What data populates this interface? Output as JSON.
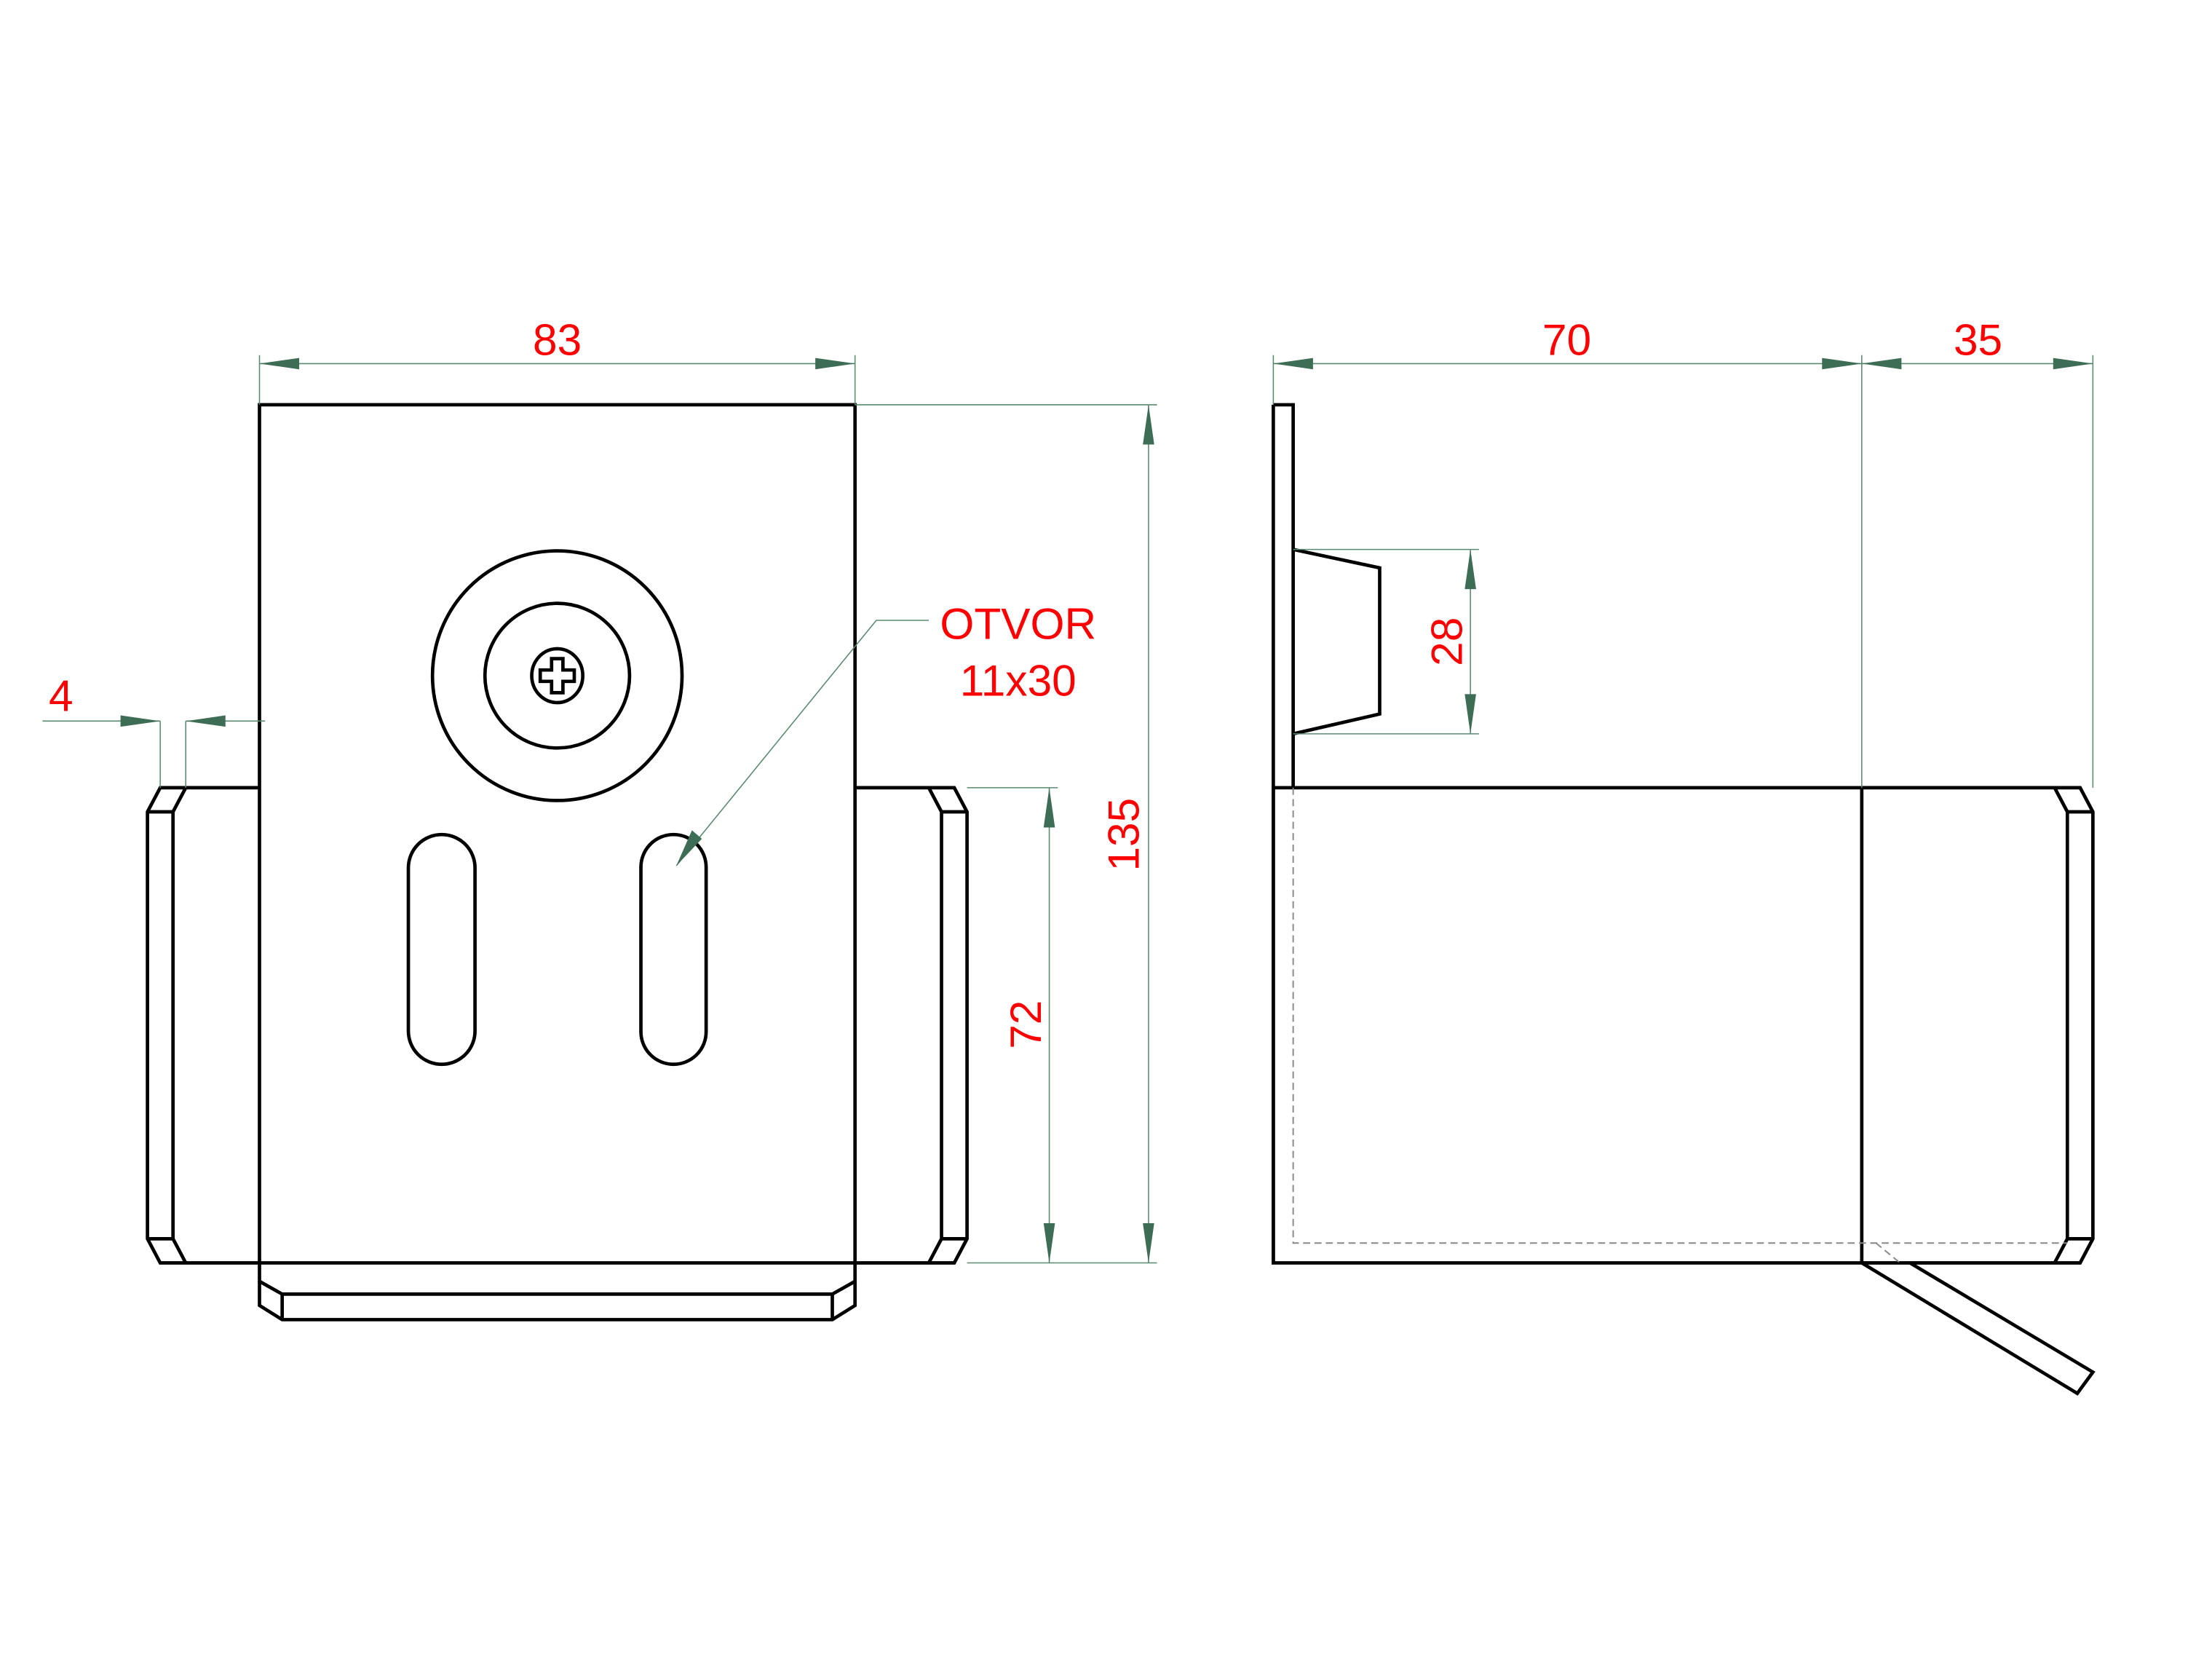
{
  "drawing": {
    "front_view": {
      "width_dim": "83",
      "height_dim": "135",
      "flange_height_dim": "72",
      "thickness_dim": "4",
      "note_line1": "OTVOR",
      "note_line2": "11x30"
    },
    "side_view": {
      "depth_dim": "70",
      "flange_dim": "35",
      "washer_dim": "28"
    },
    "colors": {
      "dimension_text": "#ff0000",
      "dimension_line": "#5a8a70",
      "arrow": "#3d6e55",
      "outline": "#000000"
    }
  }
}
